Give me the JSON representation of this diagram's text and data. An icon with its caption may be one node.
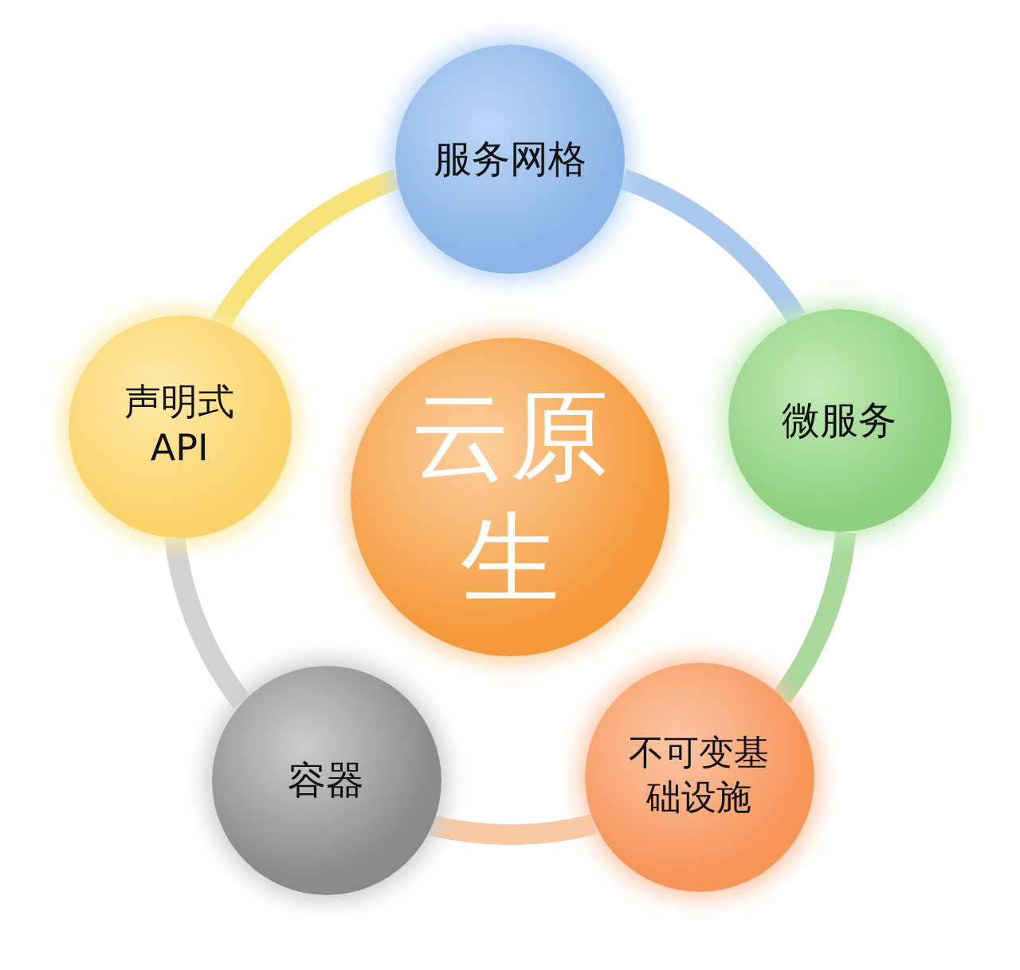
{
  "diagram": {
    "nodes": [
      {
        "text": [
          "服务网格"
        ]
      },
      {
        "text": [
          "声明式API"
        ]
      },
      {
        "text": [
          "微服务"
        ]
      },
      {
        "text": [
          "云原生"
        ]
      },
      {
        "text": [
          "容器"
        ]
      },
      {
        "text": [
          "不可变基础设施"
        ]
      }
    ],
    "edges": [
      {
        "from": 0,
        "to": 2,
        "arrow": "none",
        "color": "#a9c9ec"
      },
      {
        "from": 2,
        "to": 5,
        "arrow": "none",
        "color": "#a8d89a"
      },
      {
        "from": 5,
        "to": 4,
        "arrow": "none",
        "color": "#f7c9a4"
      },
      {
        "from": 4,
        "to": 1,
        "arrow": "none",
        "color": "#d2d2d2"
      },
      {
        "from": 1,
        "to": 0,
        "arrow": "none",
        "color": "#f7e27a"
      }
    ]
  }
}
